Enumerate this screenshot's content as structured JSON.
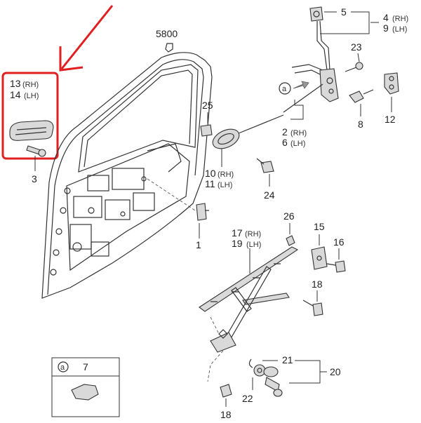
{
  "diagram": {
    "assembly_code": "5800",
    "callouts": {
      "p1": "1",
      "p2_6_a": "2",
      "p2_6_a_side": "(RH)",
      "p2_6_b": "6",
      "p2_6_b_side": "(LH)",
      "p3": "3",
      "p4_9_a": "4",
      "p4_9_a_side": "(RH)",
      "p4_9_b": "9",
      "p4_9_b_side": "(LH)",
      "p5": "5",
      "p8": "8",
      "p10_11_a": "10",
      "p10_11_a_side": "(RH)",
      "p10_11_b": "11",
      "p10_11_b_side": "(LH)",
      "p12": "12",
      "p13_14_a": "13",
      "p13_14_a_side": "(RH)",
      "p13_14_b": "14",
      "p13_14_b_side": "(LH)",
      "p15": "15",
      "p16": "16",
      "p17_19_a": "17",
      "p17_19_a_side": "(RH)",
      "p17_19_b": "19",
      "p17_19_b_side": "(LH)",
      "p18_top": "18",
      "p18_bottom": "18",
      "p20": "20",
      "p21": "21",
      "p22": "22",
      "p23": "23",
      "p24": "24",
      "p25": "25",
      "p26": "26"
    },
    "ref_marker": "a",
    "inset": {
      "marker": "a",
      "part": "7"
    },
    "highlight_color": "#e02020",
    "arrow_color": "#e02020"
  }
}
